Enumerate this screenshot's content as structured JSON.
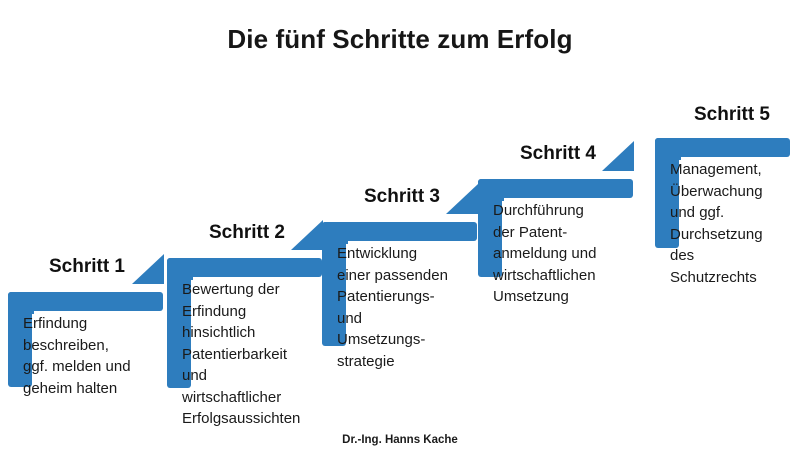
{
  "title": "Die fünf Schritte zum Erfolg",
  "footer": "Dr.-Ing. Hanns Kache",
  "colors": {
    "accent": "#2e7dbe",
    "text": "#1a1a1a",
    "background": "#ffffff"
  },
  "diagram": {
    "type": "staircase",
    "step_count": 5,
    "steps": [
      {
        "label": "Schritt 1",
        "body": "Erfindung\nbeschreiben,\nggf. melden und\ngeheim halten",
        "has_arrow": true
      },
      {
        "label": "Schritt 2",
        "body": "Bewertung der\nErfindung\nhinsichtlich\nPatentierbarkeit\nund\nwirtschaftlicher\nErfolgsaussichten",
        "has_arrow": true
      },
      {
        "label": "Schritt 3",
        "body": "Entwicklung\neiner passenden\nPatentierungs-\nund\nUmsetzungs-\nstrategie",
        "has_arrow": true
      },
      {
        "label": "Schritt 4",
        "body": "Durchführung\nder Patent-\nanmeldung und\nwirtschaftlichen\nUmsetzung",
        "has_arrow": true
      },
      {
        "label": "Schritt 5",
        "body": "Management,\nÜberwachung\nund ggf.\nDurchsetzung\ndes\nSchutzrechts",
        "has_arrow": false
      }
    ]
  }
}
